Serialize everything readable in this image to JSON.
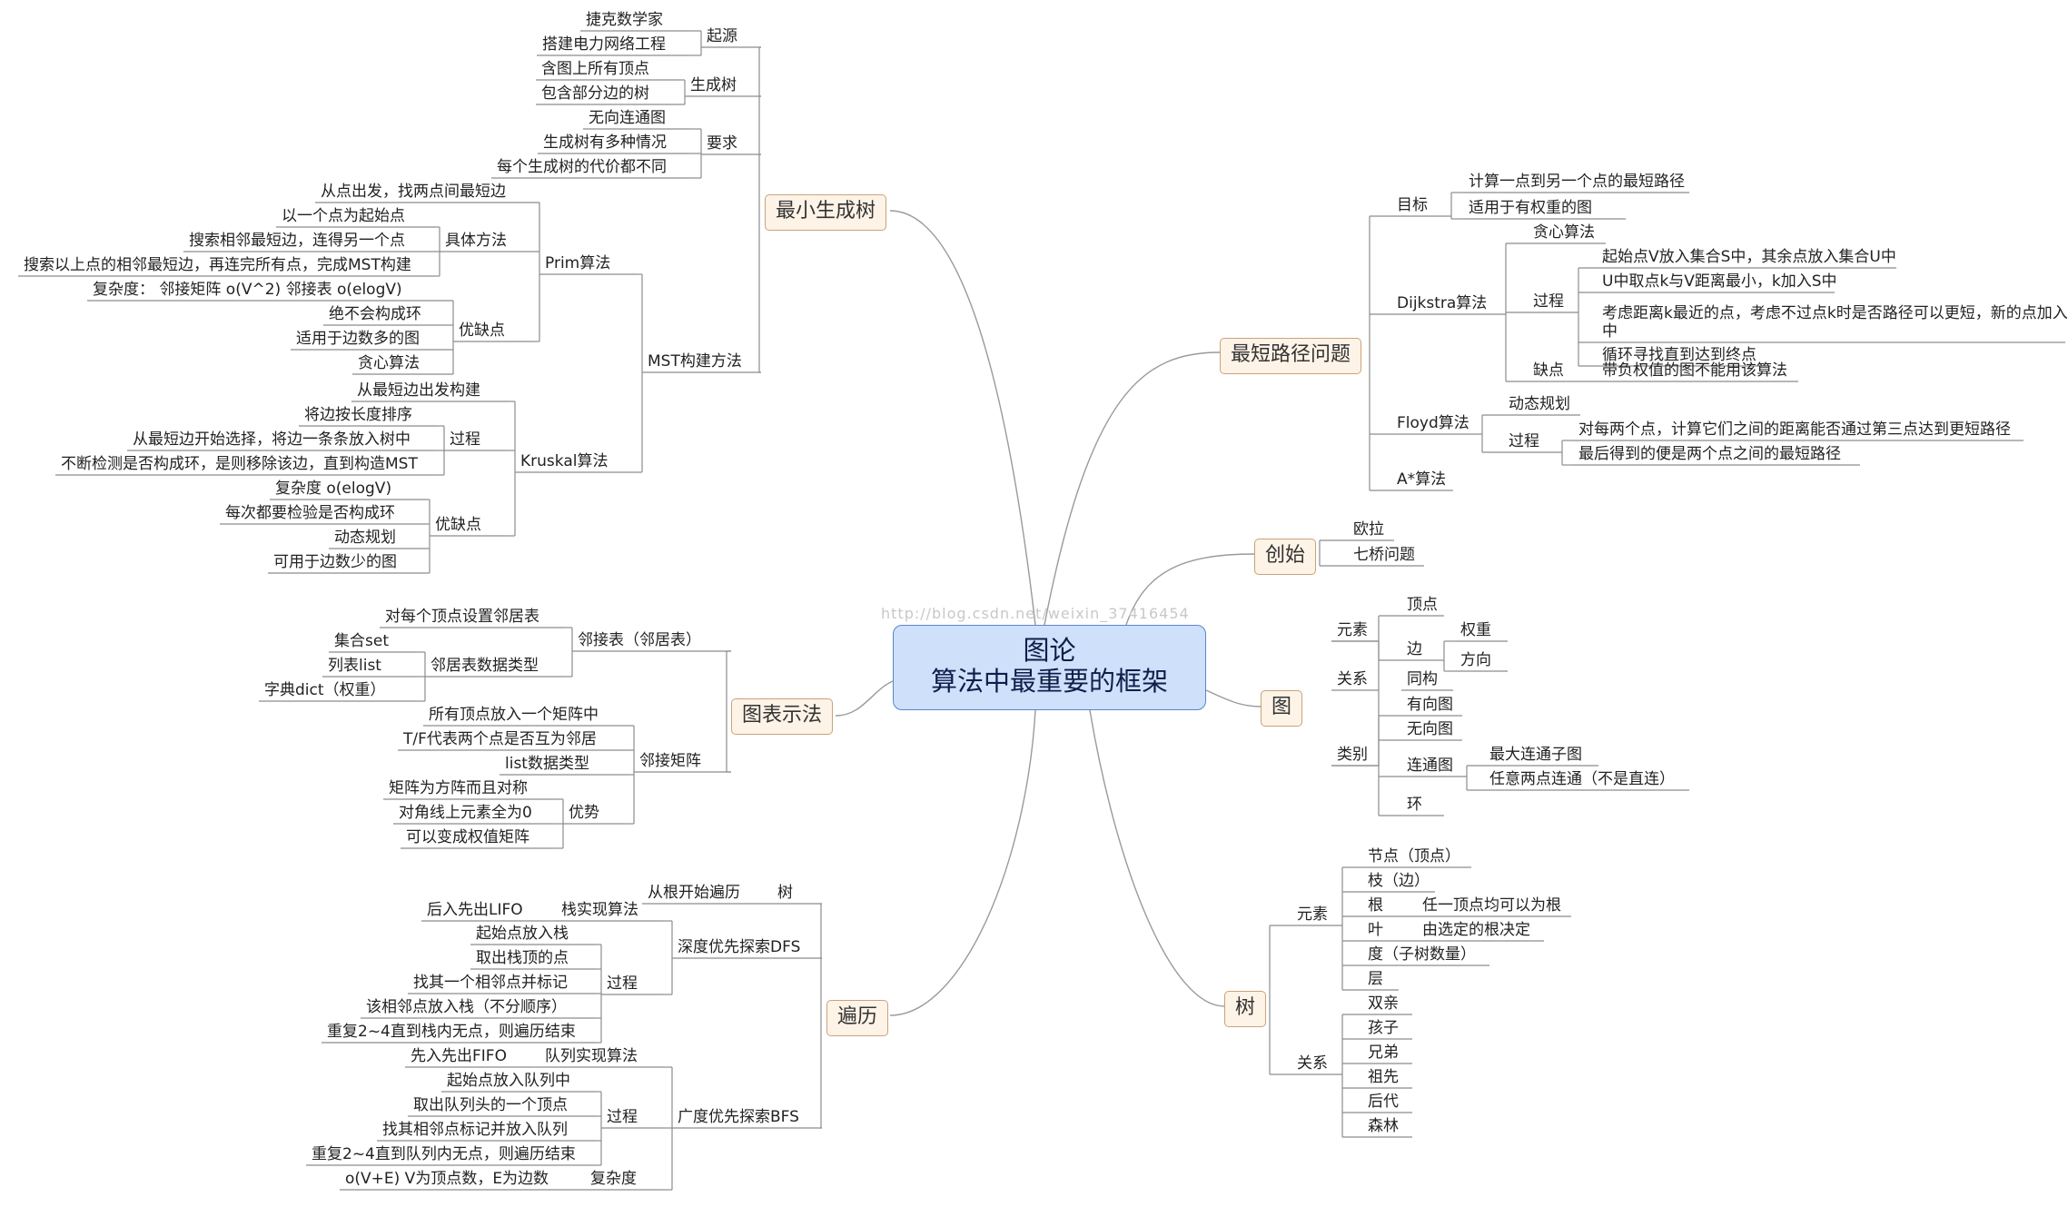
{
  "central": {
    "line1": "图论",
    "line2": "算法中最重要的框架"
  },
  "watermark": "http://blog.csdn.net/weixin_37416454",
  "branches": {
    "mst": "最小生成树",
    "rep": "图表示法",
    "trav": "遍历",
    "sp": "最短路径问题",
    "origin": "创始",
    "graph": "图",
    "tree": "树"
  },
  "mst": {
    "origin": {
      "label": "起源",
      "items": [
        "捷克数学家",
        "搭建电力网络工程"
      ]
    },
    "st": {
      "label": "生成树",
      "items": [
        "含图上所有顶点",
        "包含部分边的树"
      ]
    },
    "req": {
      "label": "要求",
      "items": [
        "无向连通图",
        "生成树有多种情况",
        "每个生成树的代价都不同"
      ]
    },
    "build": {
      "label": "MST构建方法",
      "prim": {
        "label": "Prim算法",
        "first": "从点出发，找两点间最短边",
        "method": {
          "label": "具体方法",
          "items": [
            "以一个点为起始点",
            "搜索相邻最短边，连得另一个点",
            "搜索以上点的相邻最短边，再连完所有点，完成MST构建"
          ]
        },
        "pros": {
          "label": "优缺点",
          "items": [
            "复杂度： 邻接矩阵 o(V^2)  邻接表 o(elogV)",
            "绝不会构成环",
            "适用于边数多的图",
            "贪心算法"
          ]
        }
      },
      "kruskal": {
        "label": "Kruskal算法",
        "first": "从最短边出发构建",
        "process": {
          "label": "过程",
          "items": [
            "将边按长度排序",
            "从最短边开始选择，将边一条条放入树中",
            "不断检测是否构成环，是则移除该边，直到构造MST"
          ]
        },
        "pros": {
          "label": "优缺点",
          "items": [
            "复杂度 o(elogV)",
            "每次都要检验是否构成环",
            "动态规划",
            "可用于边数少的图"
          ]
        }
      }
    }
  },
  "rep": {
    "adjlist": {
      "label": "邻接表（邻居表）",
      "first": "对每个顶点设置邻居表",
      "dt": {
        "label": "邻居表数据类型",
        "items": [
          "集合set",
          "列表list",
          "字典dict（权重）"
        ]
      }
    },
    "matrix": {
      "label": "邻接矩阵",
      "items": [
        "所有顶点放入一个矩阵中",
        "T/F代表两个点是否互为邻居",
        "list数据类型"
      ],
      "adv": {
        "label": "优势",
        "items": [
          "矩阵为方阵而且对称",
          "对角线上元素全为0",
          "可以变成权值矩阵"
        ]
      }
    }
  },
  "trav": {
    "tree": {
      "label": "树",
      "item": "从根开始遍历"
    },
    "dfs": {
      "label": "深度优先探索DFS",
      "stack": {
        "label": "栈实现算法",
        "item": "后入先出LIFO"
      },
      "process": {
        "label": "过程",
        "items": [
          "起始点放入栈",
          "取出栈顶的点",
          "找其一个相邻点并标记",
          "该相邻点放入栈（不分顺序）",
          "重复2~4直到栈内无点，则遍历结束"
        ]
      }
    },
    "bfs": {
      "label": "广度优先探索BFS",
      "queue": {
        "label": "队列实现算法",
        "item": "先入先出FIFO"
      },
      "process": {
        "label": "过程",
        "items": [
          "起始点放入队列中",
          "取出队列头的一个顶点",
          "找其相邻点标记并放入队列",
          "重复2~4直到队列内无点，则遍历结束"
        ]
      },
      "complexity": {
        "label": "复杂度",
        "item": "o(V+E)  V为顶点数，E为边数"
      }
    }
  },
  "sp": {
    "goal": {
      "label": "目标",
      "items": [
        "计算一点到另一个点的最短路径",
        "适用于有权重的图"
      ]
    },
    "dijkstra": {
      "label": "Dijkstra算法",
      "greedy": "贪心算法",
      "process": {
        "label": "过程",
        "items": [
          "起始点V放入集合S中，其余点放入集合U中",
          "U中取点k与V距离最小，k加入S中",
          "考虑距离k最近的点，考虑不过点k时是否路径可以更短，新的点加入S中",
          "循环寻找直到达到终点"
        ]
      },
      "cons": {
        "label": "缺点",
        "item": "带负权值的图不能用该算法"
      }
    },
    "floyd": {
      "label": "Floyd算法",
      "dp": "动态规划",
      "process": {
        "label": "过程",
        "items": [
          "对每两个点，计算它们之间的距离能否通过第三点达到更短路径",
          "最后得到的便是两个点之间的最短路径"
        ]
      }
    },
    "astar": "A*算法"
  },
  "origin": {
    "items": [
      "欧拉",
      "七桥问题"
    ]
  },
  "graph": {
    "elements": {
      "label": "元素",
      "vertex": "顶点",
      "edge": "边",
      "edge_items": [
        "权重",
        "方向"
      ]
    },
    "relation": {
      "label": "关系",
      "item": "同构"
    },
    "types": {
      "label": "类别",
      "directed": "有向图",
      "undirected": "无向图",
      "connected": "连通图",
      "connected_items": [
        "最大连通子图",
        "任意两点连通（不是直连）"
      ],
      "cycle": "环"
    }
  },
  "tree": {
    "elements": {
      "label": "元素",
      "node": "节点（顶点）",
      "branch": "枝（边）",
      "root": "根",
      "root_note": "任一顶点均可以为根",
      "leaf": "叶",
      "leaf_note": "由选定的根决定",
      "degree": "度（子树数量）",
      "level": "层"
    },
    "relations": {
      "label": "关系",
      "items": [
        "双亲",
        "孩子",
        "兄弟",
        "祖先",
        "后代",
        "森林"
      ]
    }
  }
}
